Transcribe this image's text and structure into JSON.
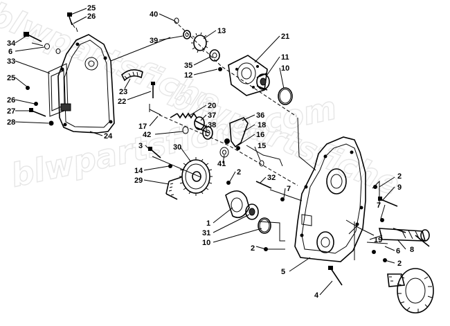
{
  "watermark": {
    "text_lines": [
      "blwpartsfiche",
      "blwpartsfiche.com",
      "blwpartsfiche"
    ]
  },
  "callouts": [
    {
      "label": "25"
    },
    {
      "label": "26"
    },
    {
      "label": "34"
    },
    {
      "label": "6"
    },
    {
      "label": "33"
    },
    {
      "label": "25"
    },
    {
      "label": "26"
    },
    {
      "label": "27"
    },
    {
      "label": "28"
    },
    {
      "label": "24"
    },
    {
      "label": "40"
    },
    {
      "label": "39"
    },
    {
      "label": "13"
    },
    {
      "label": "35"
    },
    {
      "label": "12"
    },
    {
      "label": "21"
    },
    {
      "label": "11"
    },
    {
      "label": "10"
    },
    {
      "label": "23"
    },
    {
      "label": "22"
    },
    {
      "label": "20"
    },
    {
      "label": "37"
    },
    {
      "label": "38"
    },
    {
      "label": "17"
    },
    {
      "label": "42"
    },
    {
      "label": "36"
    },
    {
      "label": "18"
    },
    {
      "label": "16"
    },
    {
      "label": "15"
    },
    {
      "label": "3"
    },
    {
      "label": "30"
    },
    {
      "label": "41"
    },
    {
      "label": "2"
    },
    {
      "label": "14"
    },
    {
      "label": "29"
    },
    {
      "label": "32"
    },
    {
      "label": "2"
    },
    {
      "label": "9"
    },
    {
      "label": "7"
    },
    {
      "label": "1"
    },
    {
      "label": "31"
    },
    {
      "label": "10"
    },
    {
      "label": "7"
    },
    {
      "label": "19"
    },
    {
      "label": "6"
    },
    {
      "label": "8"
    },
    {
      "label": "2"
    },
    {
      "label": "2"
    },
    {
      "label": "5"
    },
    {
      "label": "4"
    }
  ]
}
